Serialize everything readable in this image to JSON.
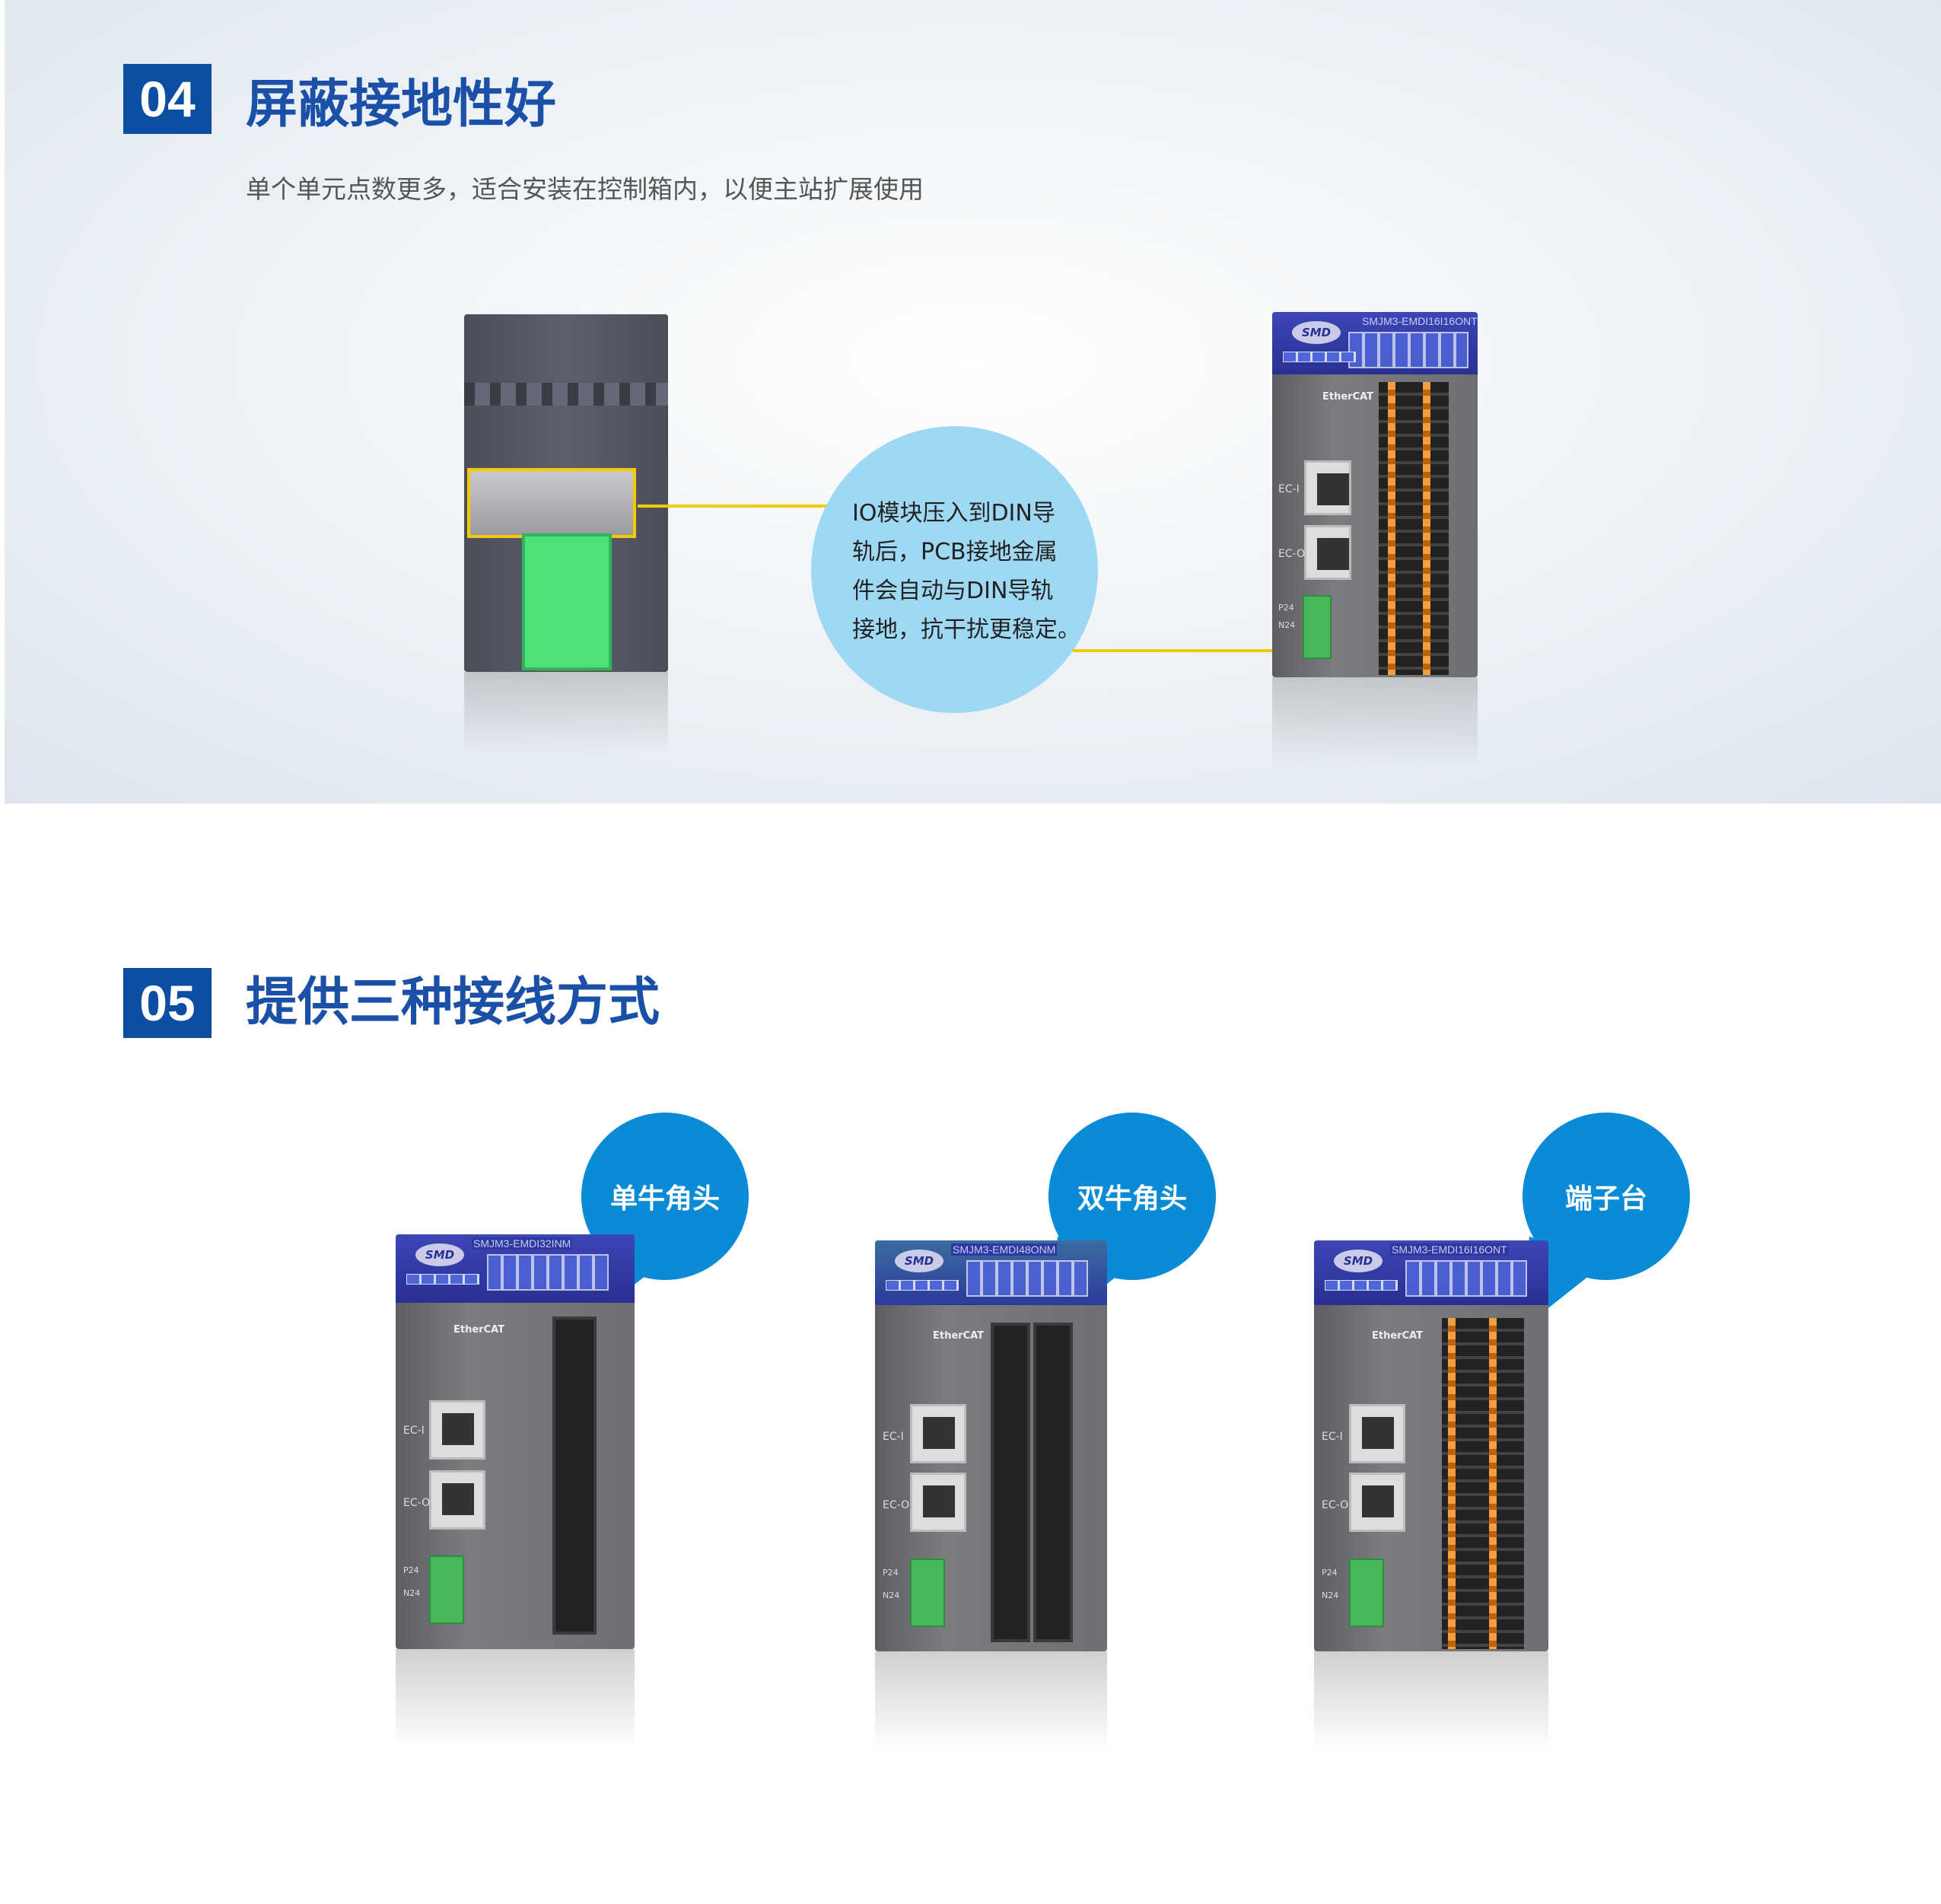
{
  "section04": {
    "number": "04",
    "title": "屏蔽接地性好",
    "subtitle": "单个单元点数更多，适合安装在控制箱内，以便主站扩展使用",
    "callout": "IO模块压入到DIN导\n轨后，PCB接地金属\n件会自动与DIN导轨\n接地，抗干扰更稳定。",
    "device": {
      "logo": "SMD",
      "model": "SMJM3-EMDI16I16ONT",
      "ethercat": "EtherCAT",
      "ports": [
        "EC-I",
        "EC-O"
      ],
      "power": [
        "P24",
        "N24"
      ]
    }
  },
  "section05": {
    "number": "05",
    "title": "提供三种接线方式",
    "products": [
      {
        "label": "单牛角头",
        "logo": "SMD",
        "model": "SMJM3-EMDI32INM",
        "ethercat": "EtherCAT",
        "ports": [
          "EC-I",
          "EC-O"
        ],
        "power": [
          "P24",
          "N24"
        ]
      },
      {
        "label": "双牛角头",
        "logo": "SMD",
        "model": "SMJM3-EMDI48ONM",
        "ethercat": "EtherCAT",
        "ports": [
          "EC-I",
          "EC-O"
        ],
        "power": [
          "P24",
          "N24"
        ]
      },
      {
        "label": "端子台",
        "logo": "SMD",
        "model": "SMJM3-EMDI16I16ONT",
        "ethercat": "EtherCAT",
        "ports": [
          "EC-I",
          "EC-O"
        ],
        "power": [
          "P24",
          "N24"
        ]
      }
    ]
  },
  "colors": {
    "accent": "#0b4ea2",
    "bubble": "#0a8bd6",
    "callout": "#9fd8f3",
    "line": "#f6c800"
  }
}
